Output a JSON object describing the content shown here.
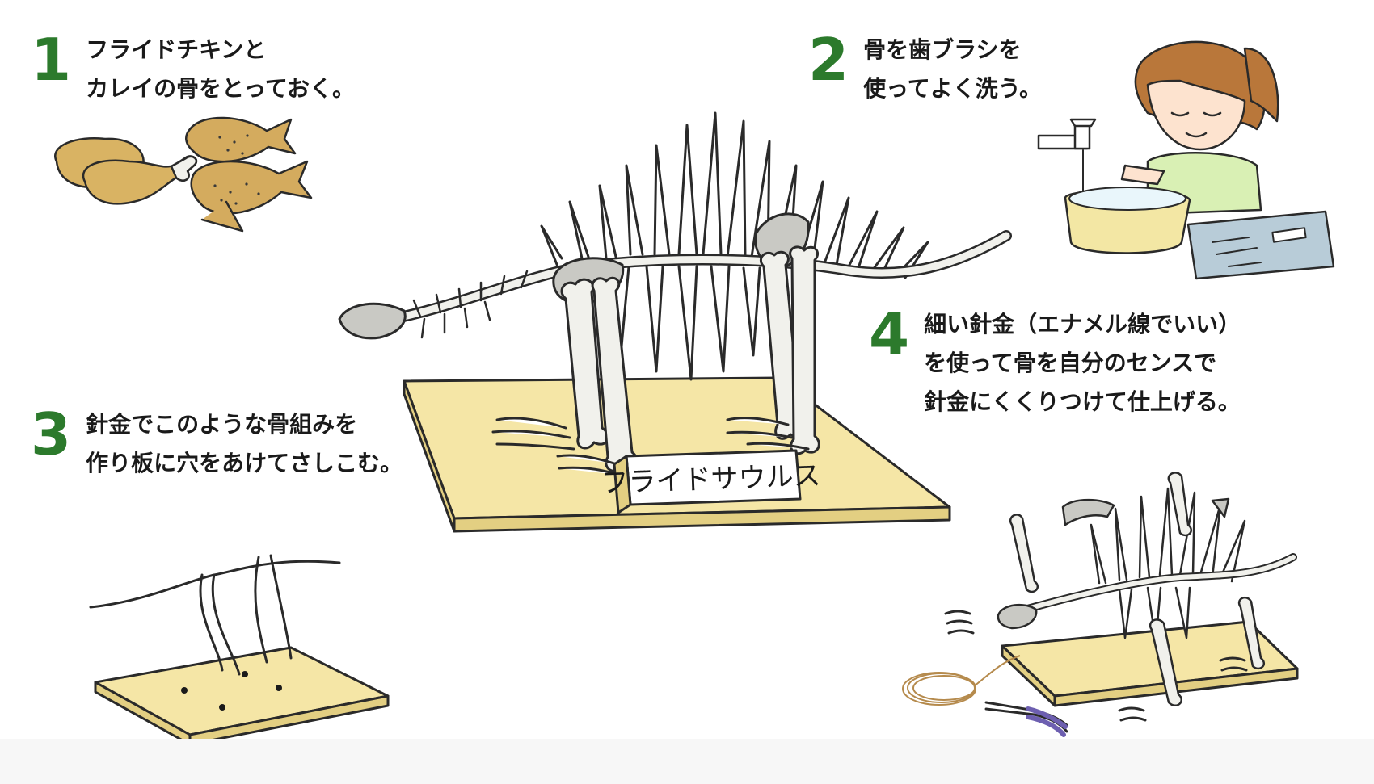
{
  "colors": {
    "step_number": "#2c7a2c",
    "board_fill": "#f5e6a6",
    "board_edge": "#e3cf82",
    "bone_fill": "#f1f1ec",
    "bone_shade": "#c9c9c4",
    "fried_chicken": "#d9b363",
    "fish_fill": "#d4ab5e",
    "bowl_fill": "#f3e7a4",
    "tray_fill": "#b8ccd8",
    "shirt": "#d9f0b4",
    "hair": "#b9773a"
  },
  "steps": [
    {
      "number": "1",
      "lines": [
        "フライドチキンと",
        "カレイの骨をとっておく。"
      ]
    },
    {
      "number": "2",
      "lines": [
        "骨を歯ブラシを",
        "使ってよく洗う。"
      ]
    },
    {
      "number": "3",
      "lines": [
        "針金でこのような骨組みを",
        "作り板に穴をあけてさしこむ。"
      ]
    },
    {
      "number": "4",
      "lines": [
        "細い針金（エナメル線でいい）",
        "を使って骨を自分のセンスで",
        "針金にくくりつけて仕上げる。"
      ]
    }
  ],
  "name_plate": {
    "label": "フライドサウルス"
  },
  "icons": {
    "chicken": "fried-chicken-icon",
    "fish": "flatfish-icon",
    "girl": "girl-brushing-icon",
    "faucet": "faucet-icon",
    "pliers": "pliers-icon"
  }
}
